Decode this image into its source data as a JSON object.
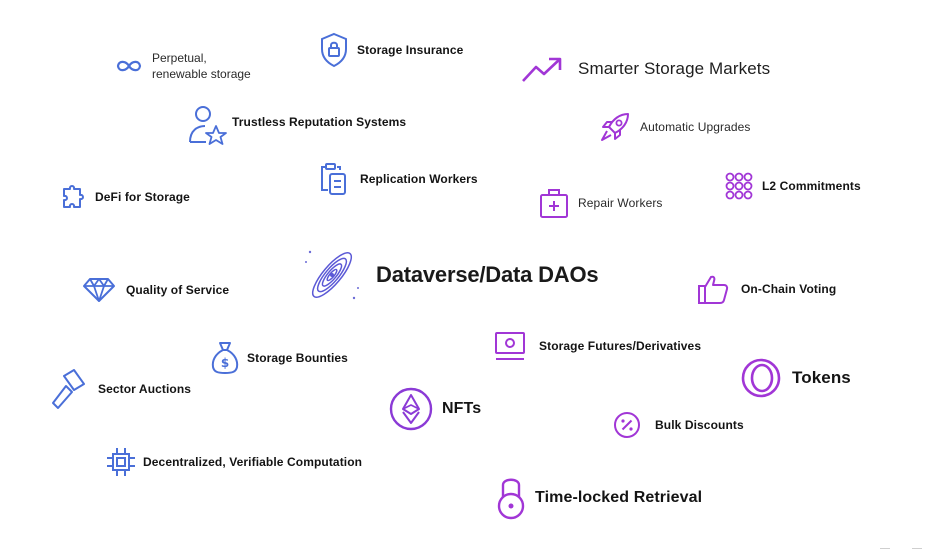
{
  "colors": {
    "blue": "#4a6fd8",
    "purple": "#a136d6",
    "text": "#141414"
  },
  "items": {
    "perpetual": {
      "line1": "Perpetual,",
      "line2": "renewable storage",
      "icon": "infinity-icon"
    },
    "storage_insurance": {
      "label": "Storage Insurance",
      "icon": "shield-lock-icon"
    },
    "smarter_storage": {
      "label": "Smarter Storage Markets",
      "icon": "trending-up-icon"
    },
    "trustless_reputation": {
      "label": "Trustless Reputation Systems",
      "icon": "user-star-icon"
    },
    "automatic_upgrades": {
      "label": "Automatic Upgrades",
      "icon": "rocket-icon"
    },
    "replication_workers": {
      "label": "Replication Workers",
      "icon": "clipboard-copy-icon"
    },
    "defi_storage": {
      "label": "DeFi for Storage",
      "icon": "puzzle-icon"
    },
    "repair_workers": {
      "label": "Repair Workers",
      "icon": "first-aid-kit-icon"
    },
    "l2_commitments": {
      "label": "L2 Commitments",
      "icon": "grid-rings-icon"
    },
    "dataverse": {
      "label": "Dataverse/Data DAOs",
      "icon": "galaxy-icon"
    },
    "quality_service": {
      "label": "Quality of Service",
      "icon": "diamond-icon"
    },
    "on_chain_voting": {
      "label": "On-Chain Voting",
      "icon": "thumbs-up-icon"
    },
    "storage_futures": {
      "label": "Storage Futures/Derivatives",
      "icon": "screen-icon"
    },
    "storage_bounties": {
      "label": "Storage Bounties",
      "icon": "money-bag-icon"
    },
    "tokens": {
      "label": "Tokens",
      "icon": "ring-icon"
    },
    "sector_auctions": {
      "label": "Sector Auctions",
      "icon": "gavel-icon"
    },
    "nfts": {
      "label": "NFTs",
      "icon": "ethereum-icon"
    },
    "bulk_discounts": {
      "label": "Bulk Discounts",
      "icon": "percent-icon"
    },
    "decentralized_computation": {
      "label": "Decentralized, Verifiable Computation",
      "icon": "chip-icon"
    },
    "time_locked": {
      "label": "Time-locked Retrieval",
      "icon": "padlock-icon"
    }
  }
}
